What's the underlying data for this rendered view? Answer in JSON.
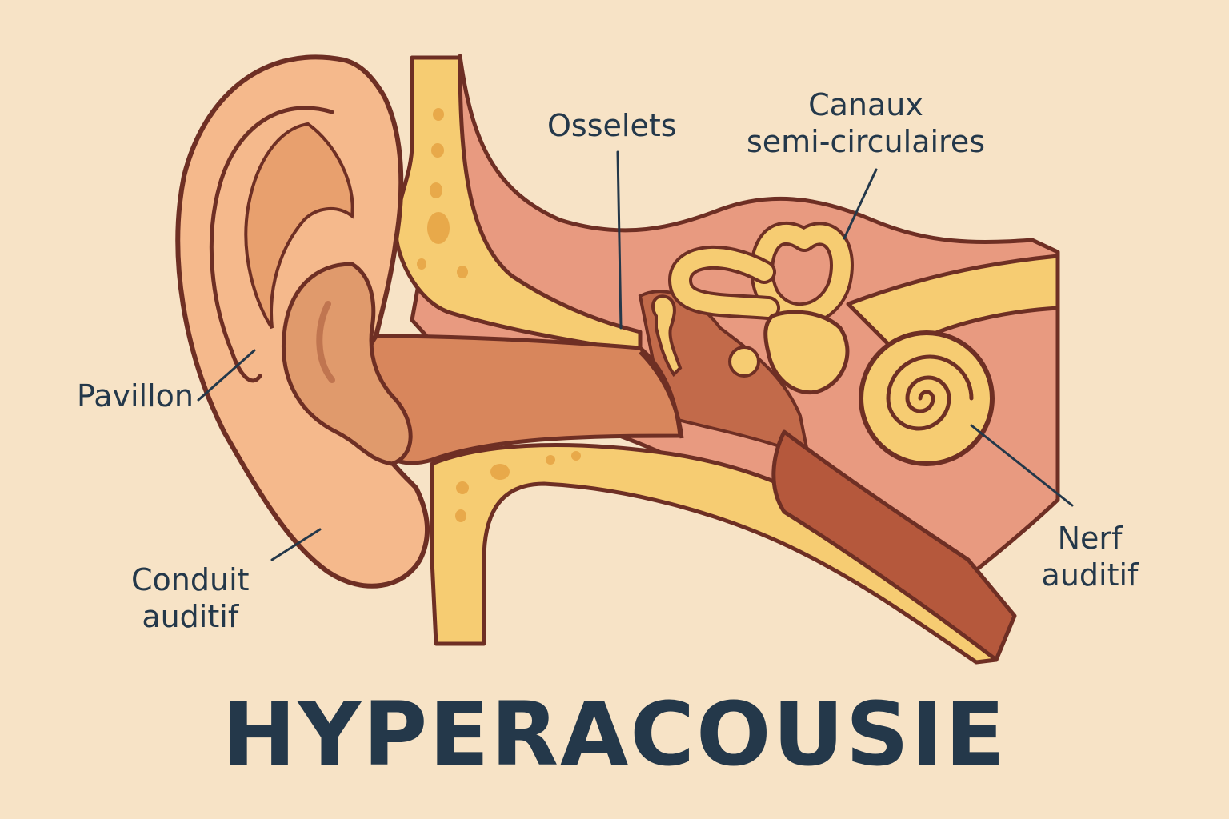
{
  "title": "HYPERACOUSIE",
  "labels": {
    "pavillon": "Pavillon",
    "conduit_line1": "Conduit",
    "conduit_line2": "auditif",
    "osselets": "Osselets",
    "canaux_line1": "Canaux",
    "canaux_line2": "semi-circulaires",
    "nerf_line1": "Nerf",
    "nerf_line2": "auditif"
  },
  "colors": {
    "background": "#f7e3c6",
    "skin": "#f5b98c",
    "skin_dark": "#e09a6c",
    "canal": "#d8865c",
    "bone": "#f6cc72",
    "bone_spot": "#e8a94a",
    "tissue": "#e89a80",
    "outline": "#6e2f24",
    "text": "#24384a"
  }
}
